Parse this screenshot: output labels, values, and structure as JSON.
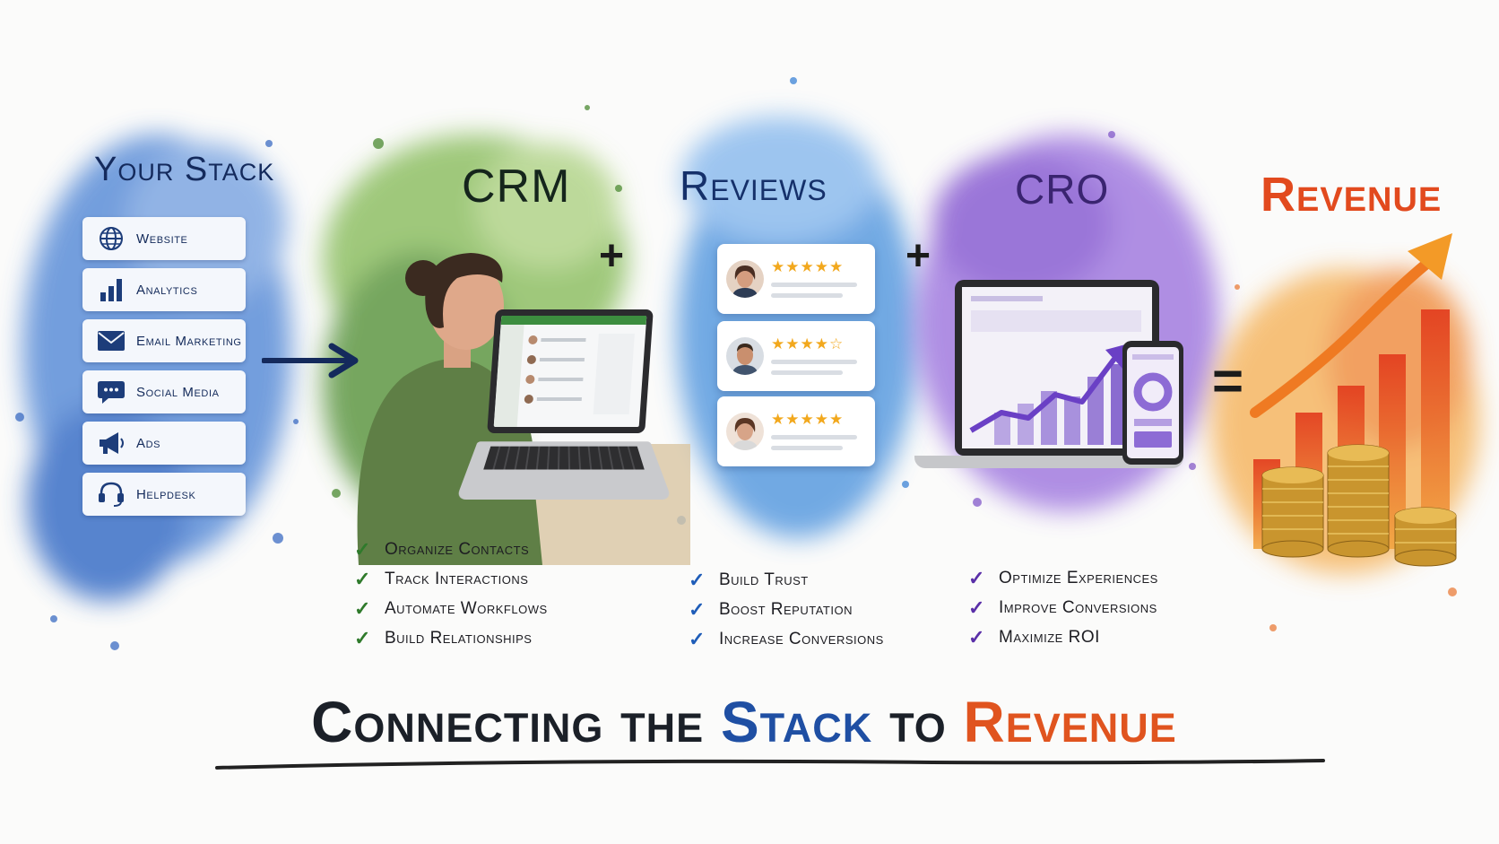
{
  "stack": {
    "title": "Your Stack",
    "items": [
      {
        "label": "Website",
        "icon": "globe-icon"
      },
      {
        "label": "Analytics",
        "icon": "bar-chart-icon"
      },
      {
        "label": "Email Marketing",
        "icon": "envelope-icon"
      },
      {
        "label": "Social Media",
        "icon": "chat-bubble-icon"
      },
      {
        "label": "Ads",
        "icon": "megaphone-icon"
      },
      {
        "label": "Helpdesk",
        "icon": "headset-icon"
      }
    ]
  },
  "crm": {
    "title": "CRM",
    "points": [
      "Organize Contacts",
      "Track Interactions",
      "Automate Workflows",
      "Build Relationships"
    ]
  },
  "reviews": {
    "title": "Reviews",
    "cards": [
      {
        "stars": "★★★★★"
      },
      {
        "stars": "★★★★☆"
      },
      {
        "stars": "★★★★★"
      }
    ],
    "points": [
      "Build Trust",
      "Boost Reputation",
      "Increase Conversions"
    ]
  },
  "cro": {
    "title": "CRO",
    "points": [
      "Optimize Experiences",
      "Improve Conversions",
      "Maximize ROI"
    ]
  },
  "revenue": {
    "title": "Revenue"
  },
  "operators": {
    "plus1": "+",
    "plus2": "+",
    "equals": "="
  },
  "headline": {
    "part1": "Connecting the",
    "part2": "Stack",
    "part3": "to",
    "part4": "Revenue"
  },
  "colors": {
    "stack": "#2f5fb0",
    "crm": "#4f8f3a",
    "reviews": "#2a6cc4",
    "cro": "#7a4fc6",
    "revenue": "#e8562a",
    "navy": "#142a5c"
  }
}
